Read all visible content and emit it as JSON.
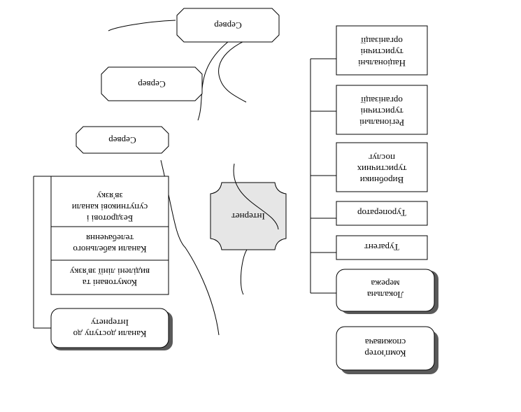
{
  "diagram": {
    "orientation": "rotated-180",
    "colors": {
      "line": "#000000",
      "box_fill": "#ffffff",
      "shadow": "#5a5a5a",
      "internet_fill": "#e6e6e6"
    },
    "left": {
      "items": [
        {
          "id": "consumer-pc",
          "lines": [
            "Комп'ютер",
            "споживача"
          ]
        },
        {
          "id": "local-network",
          "lines": [
            "Локальна",
            "мережа"
          ]
        },
        {
          "id": "travel-agent",
          "lines": [
            "Турагент"
          ]
        },
        {
          "id": "tour-operator",
          "lines": [
            "Туроператор"
          ]
        },
        {
          "id": "tourism-producers",
          "lines": [
            "Виробники",
            "туристичних",
            "послуг"
          ]
        },
        {
          "id": "regional-orgs",
          "lines": [
            "Регіональні",
            "туристичні",
            "організації"
          ]
        },
        {
          "id": "national-orgs",
          "lines": [
            "Національні",
            "туристичні",
            "організації"
          ]
        }
      ]
    },
    "internet": {
      "label": "Інтернет"
    },
    "servers": [
      {
        "id": "server-1",
        "label": "Сервер"
      },
      {
        "id": "server-2",
        "label": "Сервер"
      },
      {
        "id": "server-3",
        "label": "Сервер"
      }
    ],
    "right": {
      "access_title": [
        "Канали доступу до",
        "Інтернету"
      ],
      "channels": [
        {
          "id": "switched",
          "lines": [
            "Комутовані та",
            "виділені лінії зв'язку"
          ]
        },
        {
          "id": "cable",
          "lines": [
            "Канали кабельного",
            "телебачення"
          ]
        },
        {
          "id": "wireless",
          "lines": [
            "Бездротові і",
            "супутникові канали",
            "зв'язку"
          ]
        }
      ]
    }
  }
}
